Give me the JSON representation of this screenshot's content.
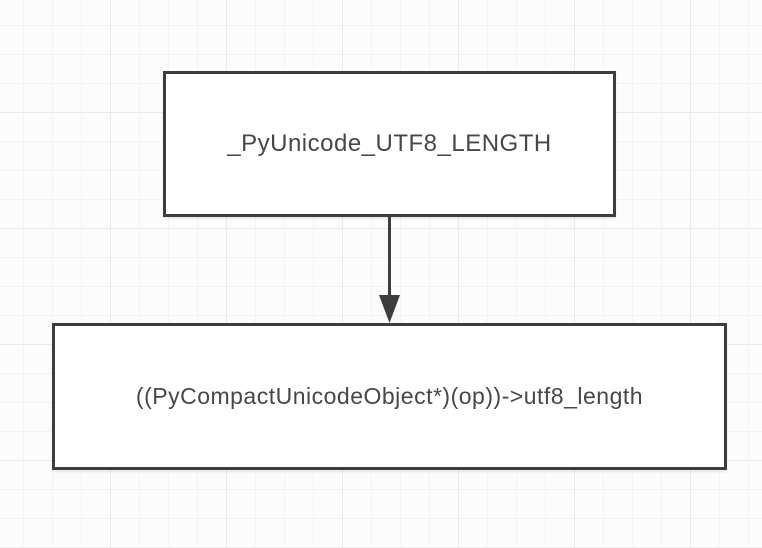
{
  "diagram": {
    "title": "",
    "nodes": [
      {
        "id": "macro",
        "label": "_PyUnicode_UTF8_LENGTH"
      },
      {
        "id": "expansion",
        "label": "((PyCompactUnicodeObject*)(op))->utf8_length"
      }
    ],
    "edges": [
      {
        "from": "macro",
        "to": "expansion",
        "direction": "down",
        "style": "solid",
        "arrowhead": "filled-triangle"
      }
    ],
    "colors": {
      "node_border": "#3d3d3d",
      "node_fill": "#ffffff",
      "text": "#474747",
      "arrow": "#3d3d3d",
      "canvas_background": "#fcfcfc",
      "grid_minor_line": "#f3f3f3",
      "grid_major_line": "#e9e9e9"
    }
  }
}
